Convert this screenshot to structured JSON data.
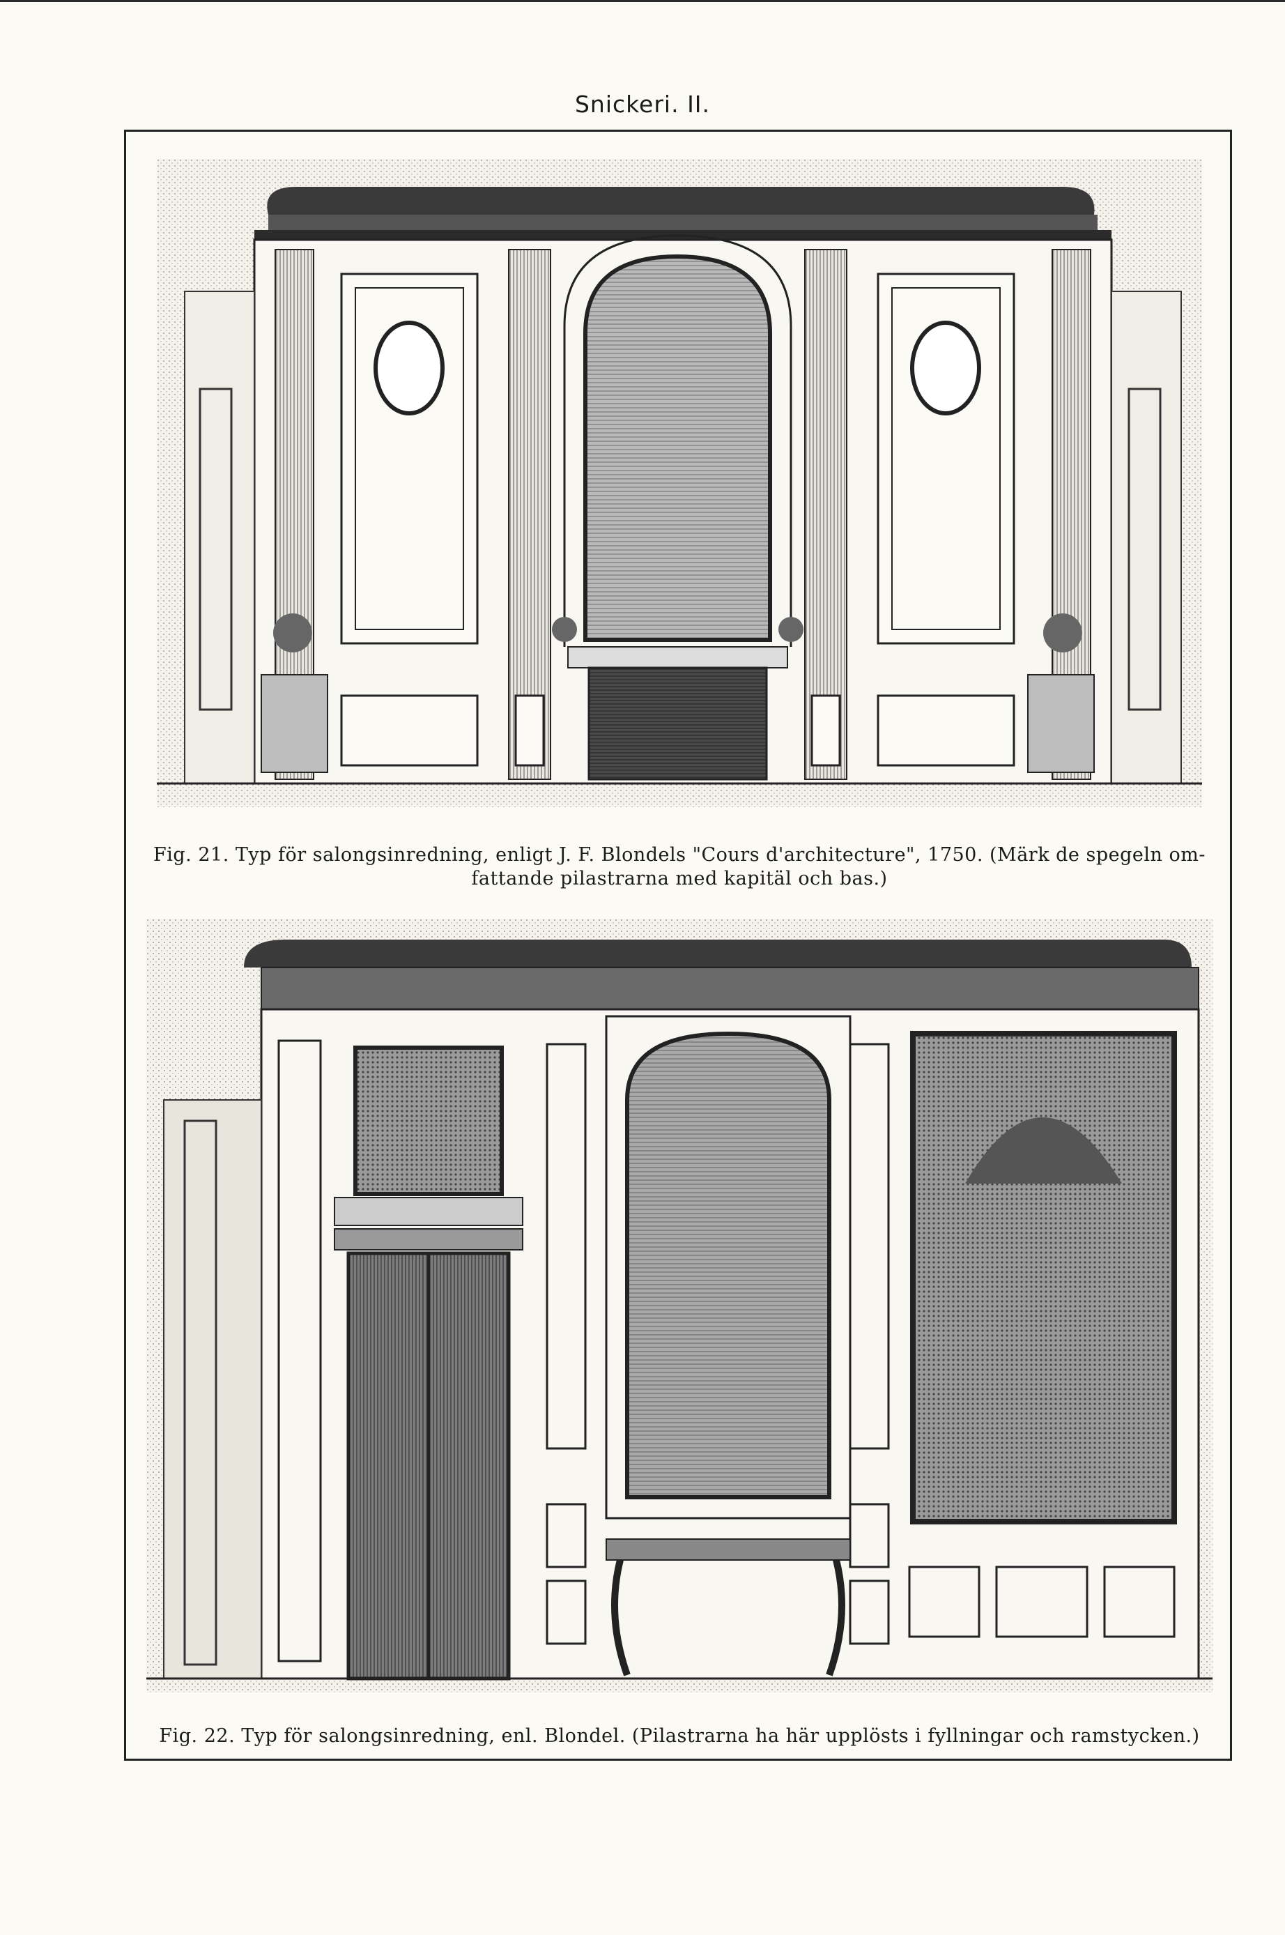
{
  "page": {
    "title": "Snickeri. II."
  },
  "figures": [
    {
      "id": "fig-21",
      "caption_line1": "Fig. 21.  Typ för salongsinredning, enligt J. F. Blondels \"Cours d'architecture\", 1750. (Märk de spegeln om-",
      "caption_line2": "fattande pilastrarna med kapitäl och bas.)"
    },
    {
      "id": "fig-22",
      "caption_line1": "Fig. 22.  Typ för salongsinredning, enl. Blondel. (Pilastrarna ha här upplösts i fyllningar och ramstycken.)"
    }
  ]
}
